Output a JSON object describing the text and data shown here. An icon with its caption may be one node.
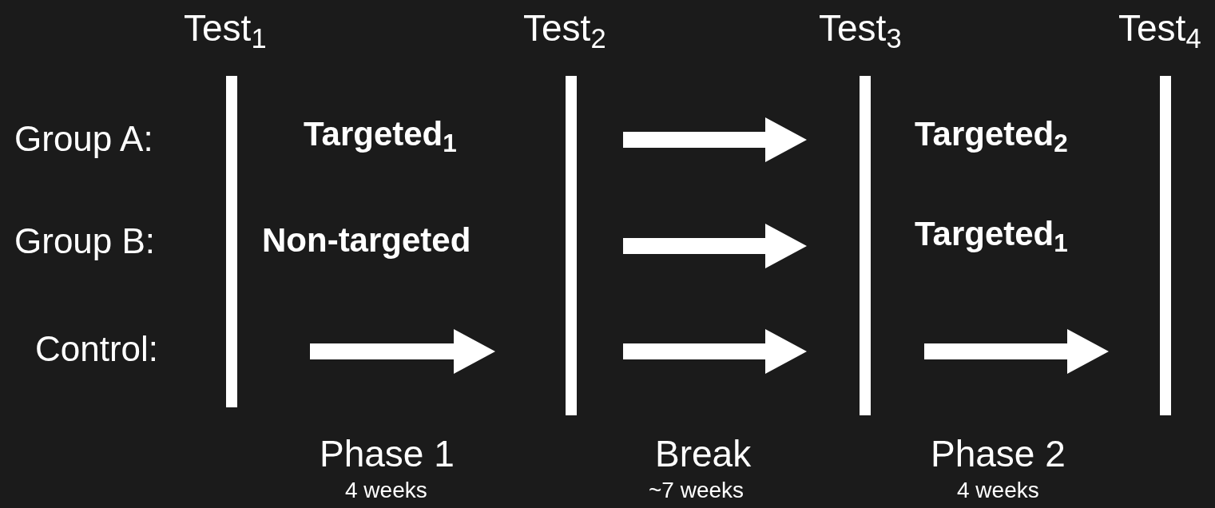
{
  "diagram": {
    "nodes": [
      {
        "text": [],
        "shape": "bar"
      },
      {
        "text": [],
        "shape": "bar"
      },
      {
        "text": [],
        "shape": "bar"
      },
      {
        "text": [],
        "shape": "bar"
      }
    ],
    "labels": [
      "Test$_{1}$",
      "Test$_{2}$",
      "Test$_{3}$",
      "Test$_{4}$",
      "Group A:",
      "Targeted$_{1}$",
      "Targeted$_{2}$",
      "Group B:",
      "Non-targeted",
      "Targeted$_{1}$",
      "Control:",
      "Phase 1",
      "4 weeks",
      "Break",
      "~7 weeks",
      "Phase 2",
      "4 weeks"
    ]
  }
}
